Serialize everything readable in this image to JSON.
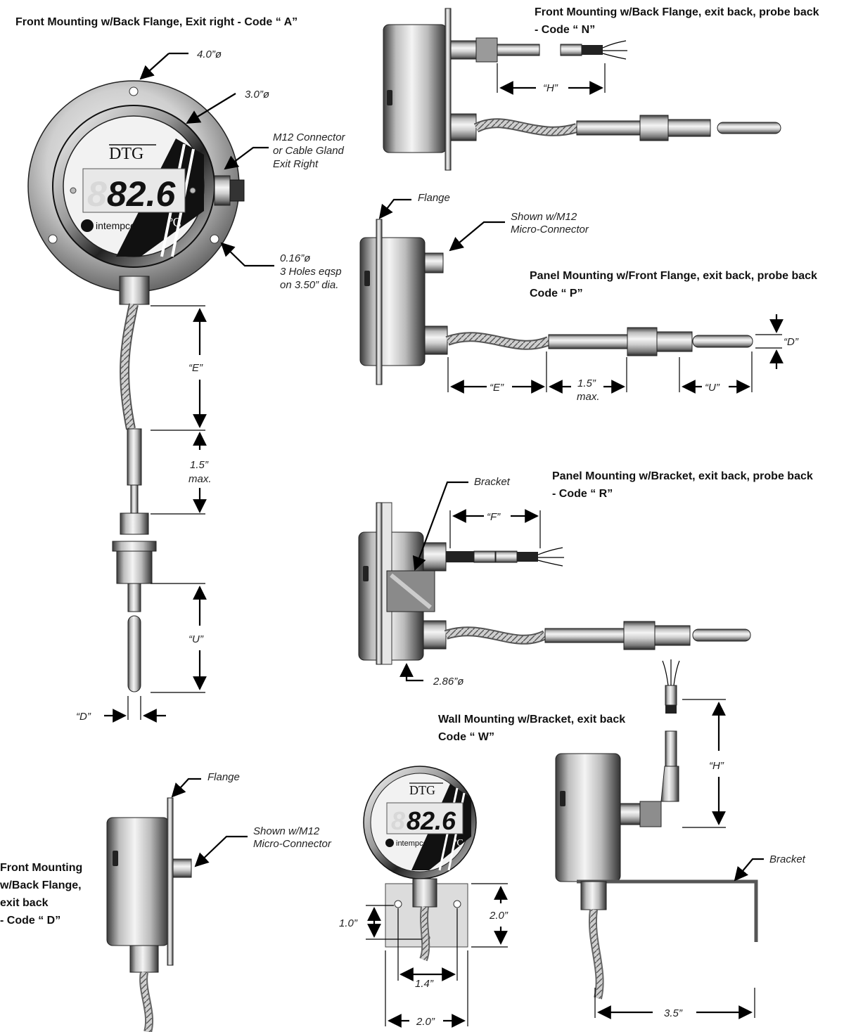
{
  "diagram": {
    "titles": {
      "code_a": "Front Mounting w/Back Flange, Exit right - Code “ A”",
      "code_n_line1": "Front Mounting w/Back Flange, exit back, probe back",
      "code_n_line2": "- Code “ N”",
      "code_p_line1": "Panel Mounting w/Front Flange, exit back, probe back",
      "code_p_line2": "Code “ P”",
      "code_r_line1": "Panel Mounting w/Bracket, exit back, probe back",
      "code_r_line2": "- Code “ R”",
      "code_w_line1": "Wall Mounting w/Bracket, exit back",
      "code_w_line2": "Code “ W”",
      "code_d_line1": "Front Mounting",
      "code_d_line2": "w/Back Flange,",
      "code_d_line3": "exit back",
      "code_d_line4": "- Code “ D”"
    },
    "gauge": {
      "brand": "DTG",
      "reading": "82.6",
      "ghost_digit": "8",
      "unit": "ºC",
      "logo": "intempco"
    },
    "labels": {
      "dia_40": "4.0”ø",
      "dia_30": "3.0”ø",
      "m12_line1": "M12 Connector",
      "m12_line2": "or Cable Gland",
      "m12_line3": "Exit Right",
      "holes_line1": "0.16”ø",
      "holes_line2": "3 Holes eqsp",
      "holes_line3": "on 3.50” dia.",
      "e": "“E”",
      "max15": "1.5”",
      "max": "max.",
      "u": "“U”",
      "d": "“D”",
      "h": "“H”",
      "f": "“F”",
      "flange": "Flange",
      "bracket": "Bracket",
      "shown_line1": "Shown w/M12",
      "shown_line2": "Micro-Connector",
      "dia_286": "2.86”ø",
      "w_10": "1.0”",
      "w_20": "2.0”",
      "w_14": "1.4”",
      "w_35": "3.5”"
    }
  }
}
